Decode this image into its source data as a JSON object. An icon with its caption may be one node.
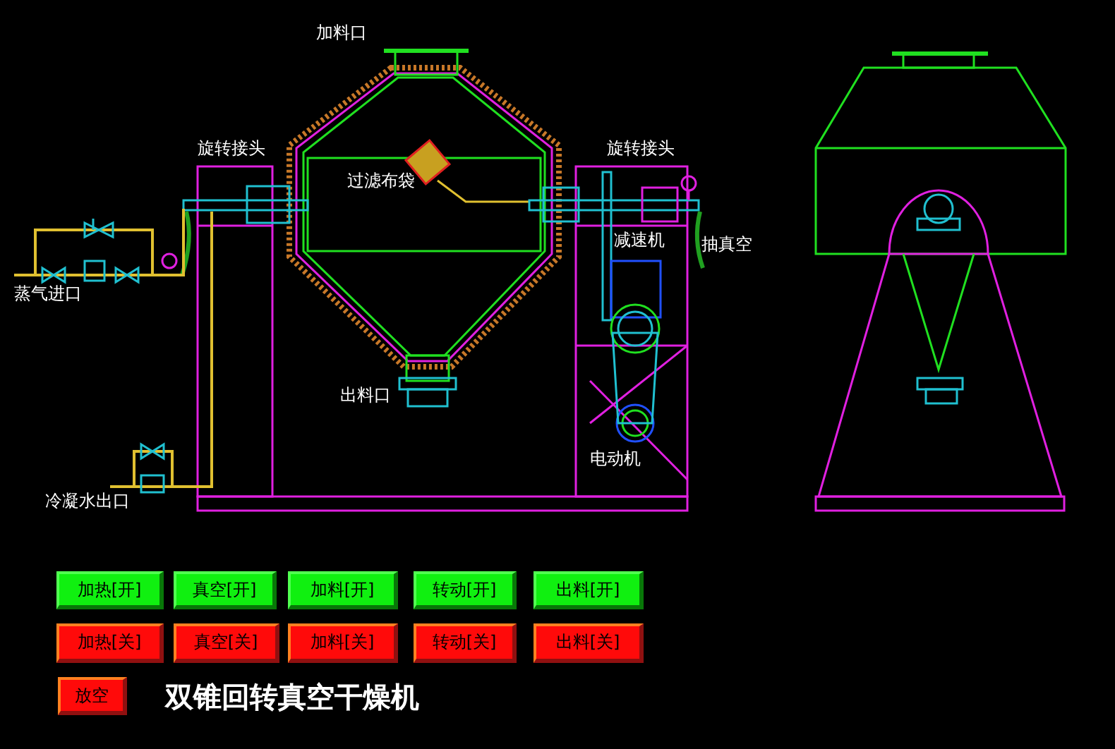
{
  "diagram": {
    "title": "双锥回转真空干燥机",
    "nodes": [
      {
        "text": [
          "加热[开]"
        ]
      },
      {
        "text": [
          "真空[开]"
        ]
      },
      {
        "text": [
          "加料[开]"
        ]
      },
      {
        "text": [
          "转动[开]"
        ]
      },
      {
        "text": [
          "出料[开]"
        ]
      },
      {
        "text": [
          "加热[关]"
        ]
      },
      {
        "text": [
          "真空[关]"
        ]
      },
      {
        "text": [
          "加料[关]"
        ]
      },
      {
        "text": [
          "转动[关]"
        ]
      },
      {
        "text": [
          "出料[关]"
        ]
      },
      {
        "text": [
          "放空"
        ]
      }
    ],
    "labels": [
      "加料口",
      "旋转接头",
      "旋转接头",
      "过滤布袋",
      "减速机",
      "抽真空",
      "蒸气进口",
      "出料口",
      "电动机",
      "冷凝水出口"
    ]
  }
}
